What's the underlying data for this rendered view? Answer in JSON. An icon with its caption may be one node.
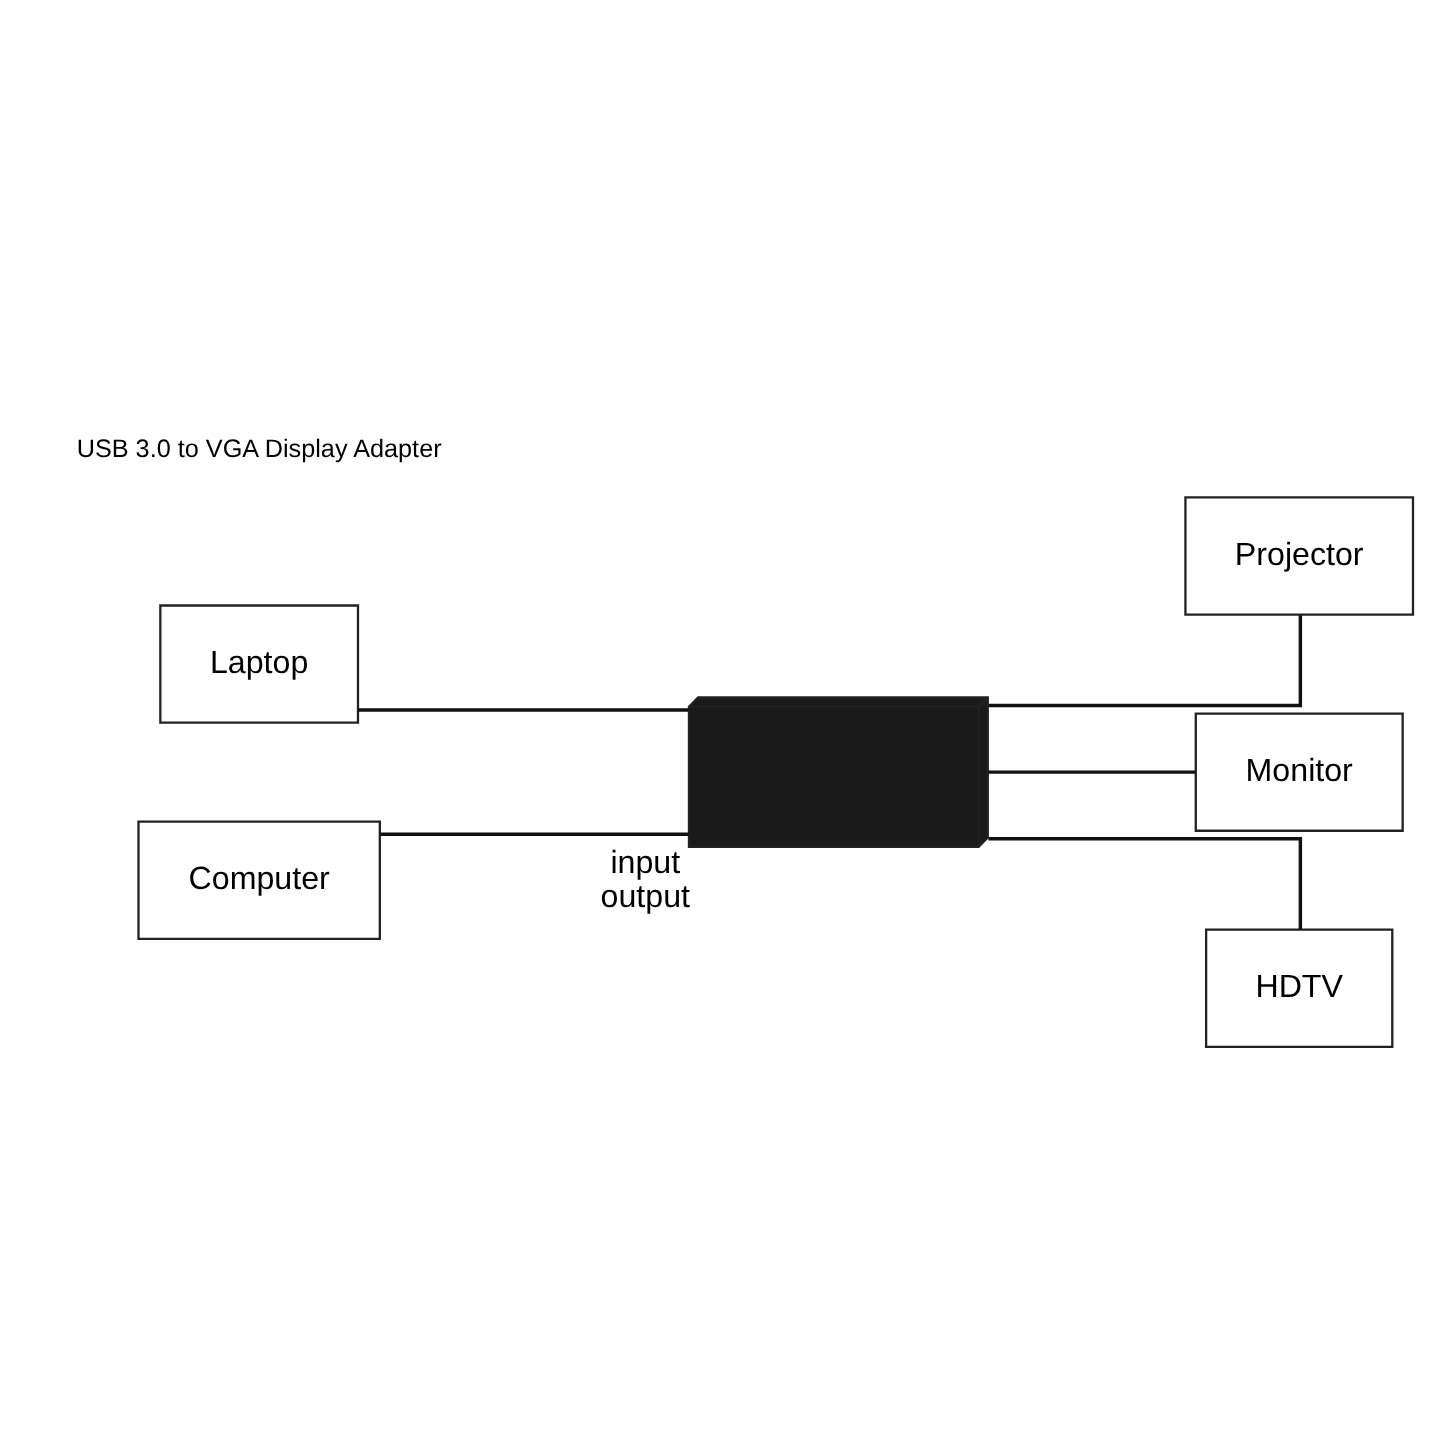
{
  "diagram": {
    "nodes": [
      {
        "text": [
          "Laptop"
        ]
      },
      {
        "text": [
          "Computer"
        ]
      },
      {
        "text": [],
        "shape": "picture",
        "beside": [
          "input",
          "output"
        ]
      },
      {
        "text": [
          "Projector"
        ]
      },
      {
        "text": [
          "Monitor"
        ]
      },
      {
        "text": [
          "HDTV"
        ]
      }
    ],
    "edges": [
      {
        "from": 0,
        "to": 2,
        "arrow": "none"
      },
      {
        "from": 1,
        "to": 2,
        "arrow": "none"
      },
      {
        "from": 2,
        "to": 3,
        "arrow": "none"
      },
      {
        "from": 2,
        "to": 4,
        "arrow": "none"
      },
      {
        "from": 2,
        "to": 5,
        "arrow": "none"
      }
    ],
    "labels": [
      "USB 3.0 to VGA Display Adapter"
    ]
  }
}
